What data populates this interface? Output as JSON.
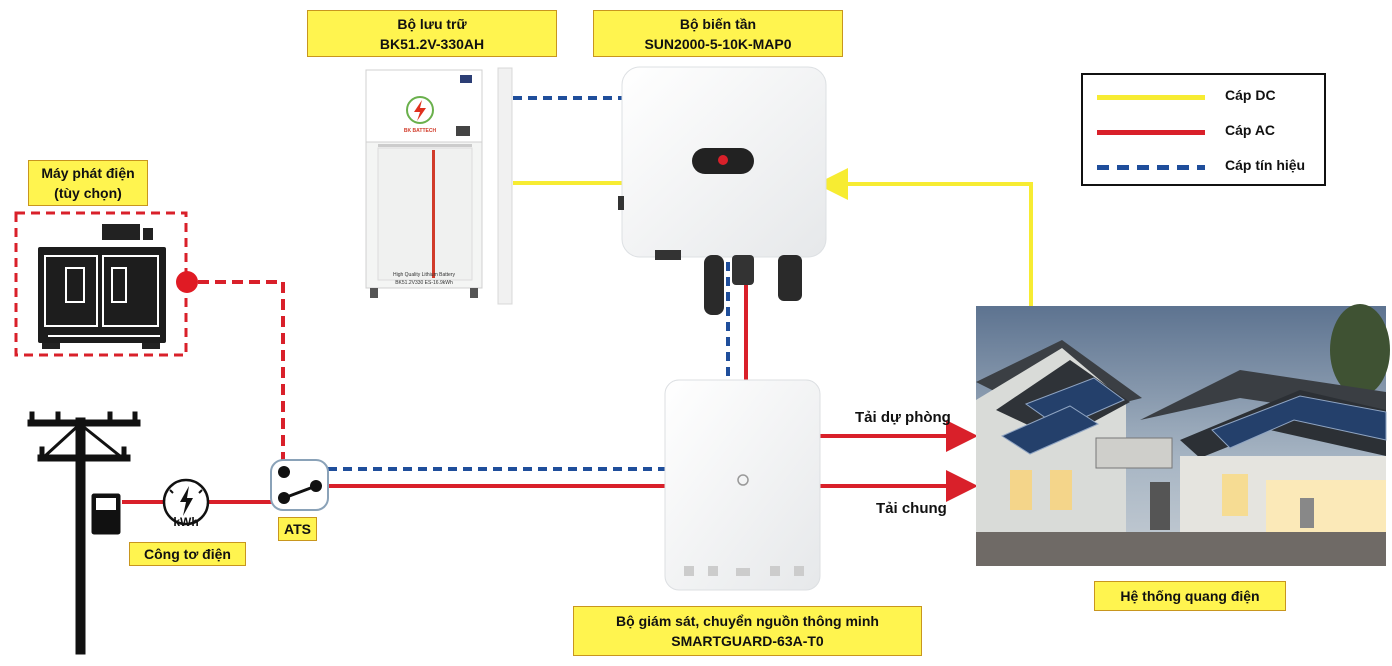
{
  "colors": {
    "dc": "#f7ec32",
    "ac": "#d9202a",
    "signal": "#1f4e9b",
    "label_bg": "#fff44f"
  },
  "labels": {
    "battery": {
      "line1": "Bộ lưu trữ",
      "line2": "BK51.2V-330AH"
    },
    "inverter": {
      "line1": "Bộ biến tần",
      "line2": "SUN2000-5-10K-MAP0"
    },
    "generator": {
      "line1": "Máy phát điện",
      "line2": "(tùy chọn)"
    },
    "meter": "Công tơ điện",
    "ats": "ATS",
    "smartguard": {
      "line1": "Bộ giám sát, chuyển nguồn thông minh",
      "line2": "SMARTGUARD-63A-T0"
    },
    "pv_system": "Hệ thống quang điện",
    "backup_load": "Tải dự phòng",
    "common_load": "Tải chung",
    "meter_unit": "kWh"
  },
  "legend": {
    "items": [
      {
        "label": "Cáp DC",
        "color": "#f7ec32",
        "style": "solid"
      },
      {
        "label": "Cáp AC",
        "color": "#d9202a",
        "style": "solid"
      },
      {
        "label": "Cáp tín hiệu",
        "color": "#1f4e9b",
        "style": "dashed"
      }
    ]
  },
  "battery_text": {
    "brand": "BK BATTECH",
    "quality": "High Quality Lithium Battery",
    "model": "BK51.2V330 ES-16.9kWh"
  },
  "icons": [
    "generator-icon",
    "utility-pole-icon",
    "energy-meter-icon",
    "ats-switch-icon",
    "battery-cabinet-icon",
    "inverter-icon",
    "smartguard-icon",
    "solar-house-icon"
  ]
}
